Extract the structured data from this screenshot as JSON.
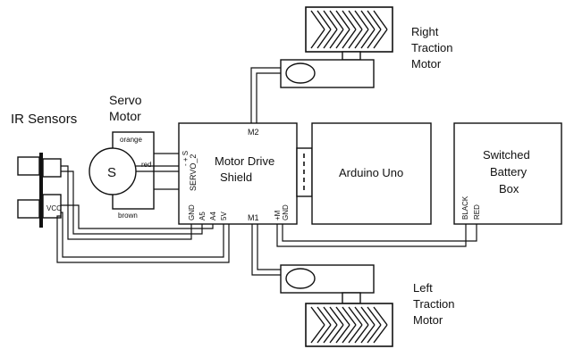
{
  "labels": {
    "ir_sensors": "IR Sensors",
    "servo_line1": "Servo",
    "servo_line2": "Motor",
    "servo_symbol": "S",
    "wire_orange": "orange",
    "wire_red": "red",
    "wire_brown": "brown",
    "vcc": "VCC",
    "shield_line1": "Motor Drive",
    "shield_line2": "Shield",
    "servo_header": "SERVO_2",
    "servo_pins": "- + S",
    "pin_gnd": "GND",
    "pin_a5": "A5",
    "pin_a4": "A4",
    "pin_5v": "5V",
    "pin_m1": "M1",
    "pin_m2": "M2",
    "pin_plus_m": "+M",
    "pin_gnd2": "GND",
    "arduino": "Arduino Uno",
    "battery_line1": "Switched",
    "battery_line2": "Battery",
    "battery_line3": "Box",
    "bat_black": "BLACK",
    "bat_red": "RED",
    "right_line1": "Right",
    "right_line2": "Traction",
    "right_line3": "Motor",
    "left_line1": "Left",
    "left_line2": "Traction",
    "left_line3": "Motor"
  }
}
